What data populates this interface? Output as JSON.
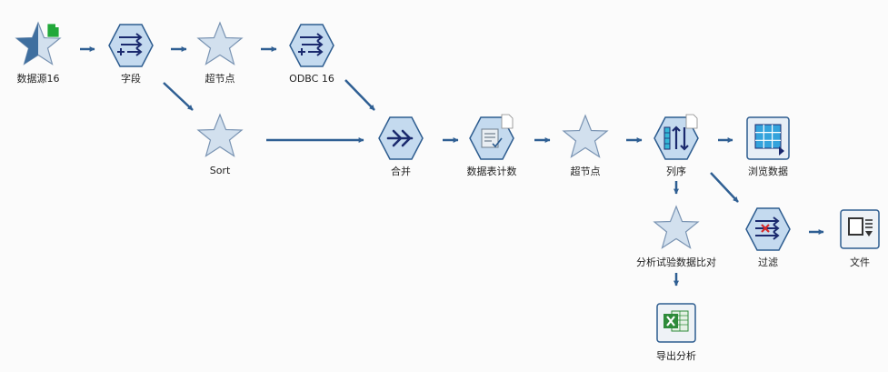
{
  "stream": {
    "nodes": [
      {
        "id": "datasource16",
        "label": "数据源16",
        "icon": "star-source-icon"
      },
      {
        "id": "field",
        "label": "字段",
        "icon": "field-ops-icon"
      },
      {
        "id": "supernode1",
        "label": "超节点",
        "icon": "star-icon"
      },
      {
        "id": "odbc16",
        "label": "ODBC 16",
        "icon": "field-ops-icon"
      },
      {
        "id": "sort",
        "label": "Sort",
        "icon": "star-icon"
      },
      {
        "id": "merge",
        "label": "合并",
        "icon": "merge-icon"
      },
      {
        "id": "tablecount",
        "label": "数据表计数",
        "icon": "table-count-icon"
      },
      {
        "id": "supernode2",
        "label": "超节点",
        "icon": "star-icon"
      },
      {
        "id": "sortcols",
        "label": "列序",
        "icon": "sort-columns-icon"
      },
      {
        "id": "browse",
        "label": "浏览数据",
        "icon": "table-browse-icon"
      },
      {
        "id": "analysis",
        "label": "分析试验数据比对",
        "icon": "star-icon"
      },
      {
        "id": "filter",
        "label": "过滤",
        "icon": "filter-icon"
      },
      {
        "id": "file",
        "label": "文件",
        "icon": "file-export-icon"
      },
      {
        "id": "export",
        "label": "导出分析",
        "icon": "excel-export-icon"
      }
    ],
    "colors": {
      "arrow": "#2f5f93",
      "icon_fill": "#c4daef",
      "icon_stroke": "#2d5c8f",
      "icon_glyph": "#1b2a6e",
      "star_fill": "#d2e0ee",
      "star_stroke": "#7a94b3",
      "doc_green": "#22a83a",
      "excel_green": "#2e8b3a"
    }
  }
}
